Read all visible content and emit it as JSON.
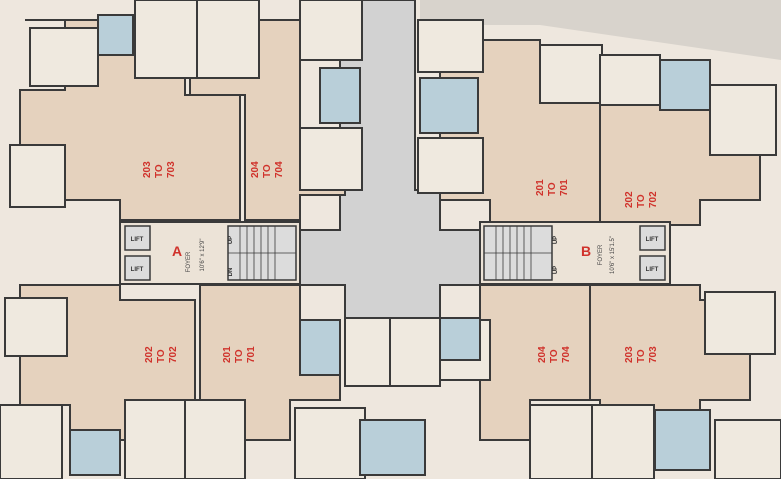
{
  "wings": [
    {
      "letter": "A",
      "foyer_label": "FOYER",
      "foyer_size": "10'6\" x 12'9\""
    },
    {
      "letter": "B",
      "foyer_label": "FOYER",
      "foyer_size": "10'6\" x 15'1.5\""
    }
  ],
  "lift_label": "LIFT",
  "stair": {
    "up": "UP",
    "dn": "DN"
  },
  "units": {
    "a_top_left": [
      "203",
      "TO",
      "703"
    ],
    "a_top_right": [
      "204",
      "TO",
      "704"
    ],
    "a_bot_left": [
      "202",
      "TO",
      "702"
    ],
    "a_bot_right": [
      "201",
      "TO",
      "701"
    ],
    "b_top_left": [
      "201",
      "TO",
      "701"
    ],
    "b_top_right": [
      "202",
      "TO",
      "702"
    ],
    "b_bot_left": [
      "204",
      "TO",
      "704"
    ],
    "b_bot_right": [
      "203",
      "TO",
      "703"
    ]
  },
  "colors": {
    "background": "#eee7de",
    "living": "#e5d2be",
    "bedroom": "#efe9df",
    "toilet": "#b9cfd9",
    "wall": "#3a3a3a",
    "label_red": "#d0322b",
    "courtyard": "#d2d2d2"
  }
}
